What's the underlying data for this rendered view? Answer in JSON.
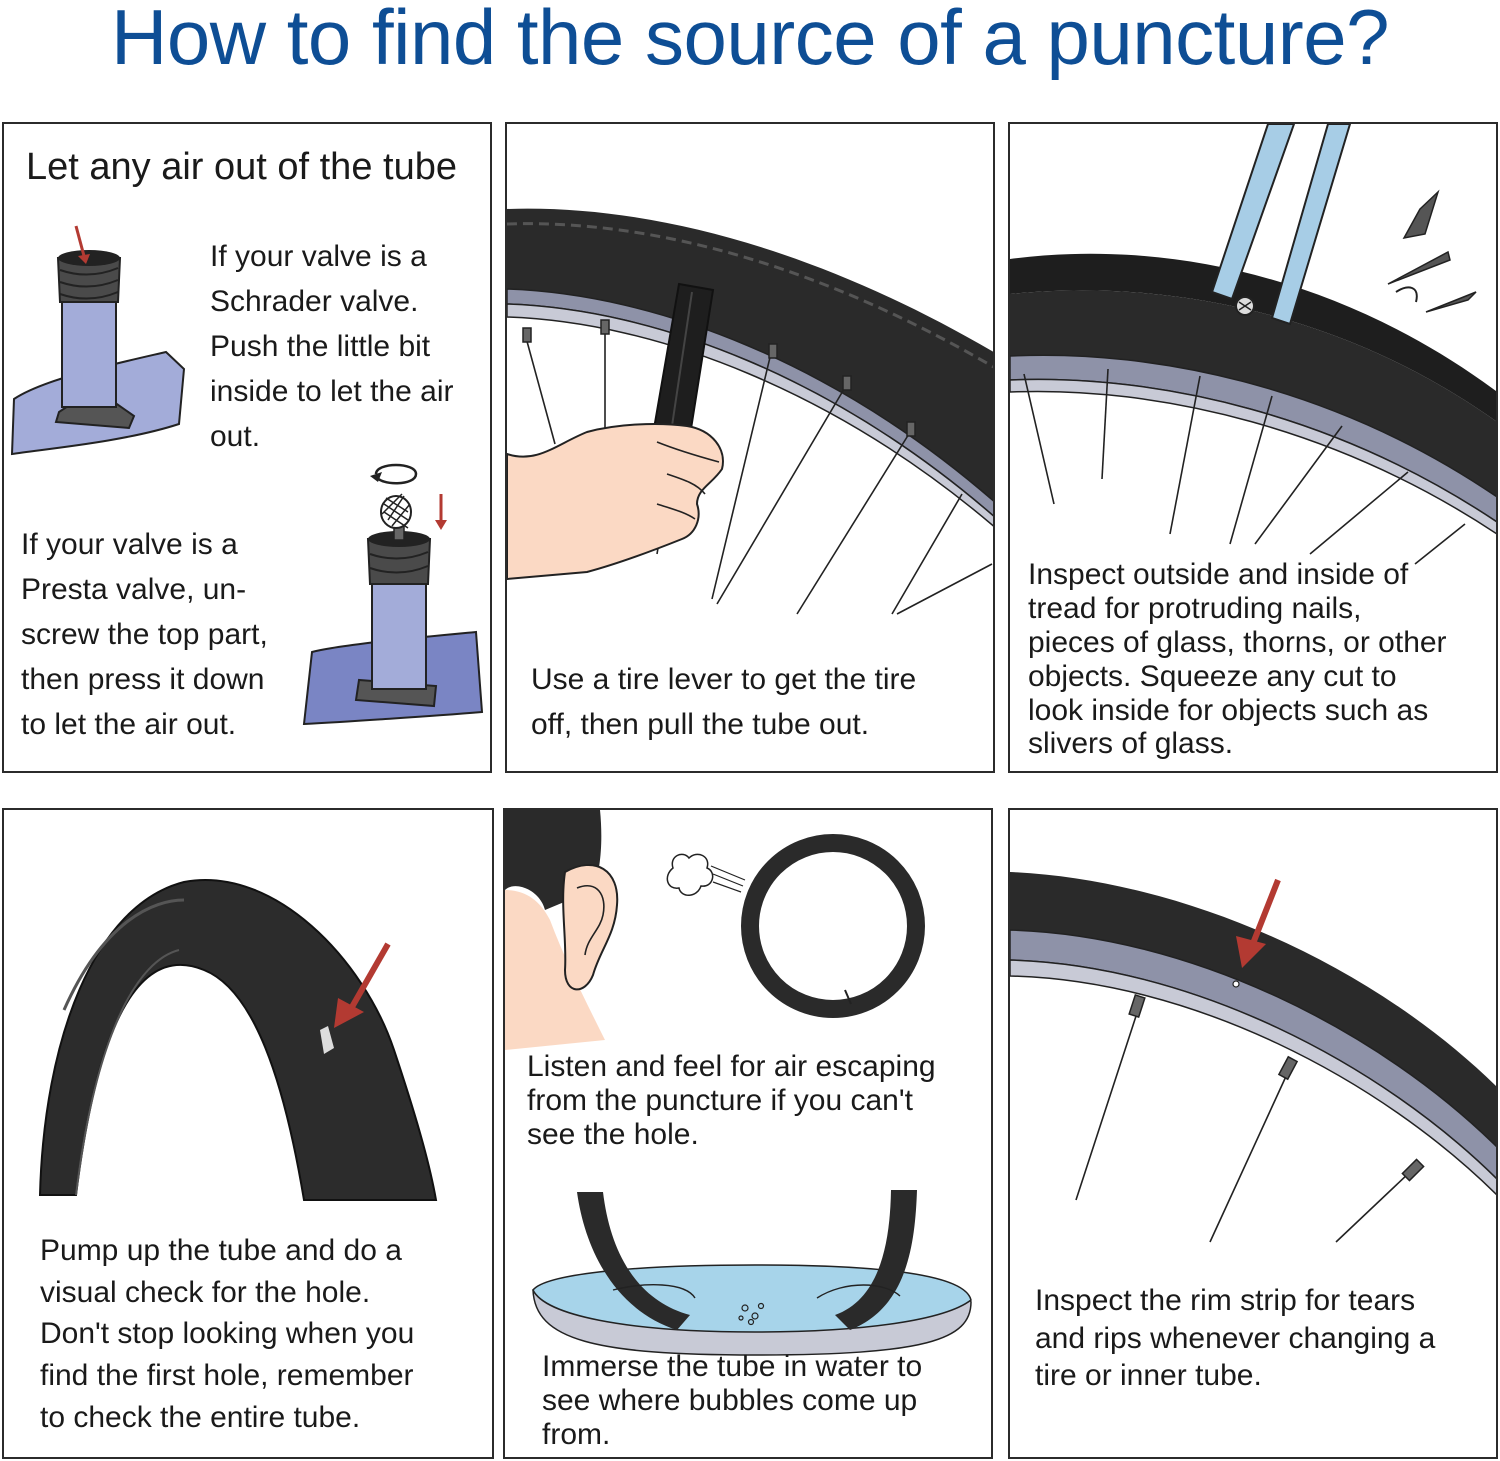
{
  "title": "How to find the source of a puncture?",
  "colors": {
    "title": "#0e4e95",
    "tire": "#2a2a2a",
    "rim": "#8e92a8",
    "tube_blue": "#a3acd9",
    "arrow": "#b33a32",
    "skin": "#fbd9c4",
    "water": "#a7d4ea"
  },
  "panels": [
    {
      "heading": "Let any air out of the tube",
      "text_schrader": "If your valve is a\nSchrader valve.\nPush the little bit\ninside to let the air\nout.",
      "text_presta": "If your valve is a\nPresta valve, un-\nscrew the top part,\nthen press it down\nto let the air out.",
      "icons": [
        "schrader-valve-icon",
        "presta-valve-icon",
        "rotate-arrow-icon"
      ]
    },
    {
      "text": "Use a tire lever to get the tire\noff, then pull the tube out.",
      "icons": [
        "tire-lever-icon",
        "hand-icon"
      ]
    },
    {
      "text": "Inspect outside and inside of\ntread for protruding nails,\npieces of glass, thorns, or other\nobjects. Squeeze any cut to\nlook inside for objects such as\nslivers of glass.",
      "icons": [
        "tweezers-icon",
        "nail-icon"
      ]
    },
    {
      "text": "Pump up the tube and do a\nvisual check for the hole.\nDon't stop looking when you\nfind the first hole, remember\nto check the entire tube.",
      "icons": [
        "inflated-tube-icon",
        "puncture-arrow-icon"
      ]
    },
    {
      "text_top": "Listen and feel for air escaping\nfrom the puncture if you can't\nsee the hole.",
      "text_bottom": "Immerse the tube in water to\nsee where bubbles come up\nfrom.",
      "icons": [
        "ear-icon",
        "tube-ring-icon",
        "water-basin-icon"
      ]
    },
    {
      "text": "Inspect the rim strip for tears\nand rips whenever changing a\ntire or inner tube.",
      "icons": [
        "rim-strip-icon",
        "puncture-arrow-icon"
      ]
    }
  ]
}
